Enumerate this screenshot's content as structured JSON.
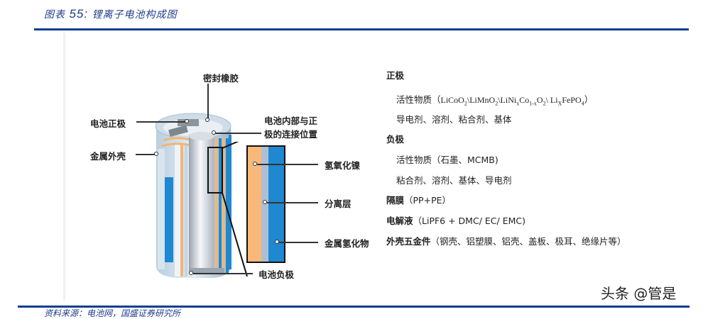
{
  "figure": {
    "title_prefix": "图表",
    "title_number": "55:",
    "title_text": "锂离子电池构成图",
    "source": "资料来源：电池网，国盛证券研究所",
    "watermark": "头条 @管是"
  },
  "diagram": {
    "callouts": {
      "seal_rubber": "密封橡胶",
      "positive_terminal": "电池正极",
      "internal_connection_line1": "电池内部与正",
      "internal_connection_line2": "极的连接位置",
      "metal_case": "金属外壳",
      "nickel_hydroxide": "氢氧化镍",
      "separator": "分离层",
      "metal_hydride": "金属氢化物",
      "negative_terminal": "电池负极"
    },
    "colors": {
      "orange_layer": "#f8b878",
      "gray_layer": "#aebfd2",
      "blue_layer": "#1e88d0",
      "case_light": "#dfe8f0",
      "accent_rule": "#0b3d91"
    }
  },
  "legend": {
    "cathode": {
      "heading": "正极",
      "active_material_label": "活性物质（",
      "active_material_formula": "LiCoO2\\LiMnO2\\LiNixCo1-xO2\\ LixFePO4",
      "active_material_close": "）",
      "others": "导电剂、溶剂、粘合剂、基体"
    },
    "anode": {
      "heading": "负极",
      "active_material": "活性物质（石墨、MCMB)",
      "others": "粘合剂、溶剂、基体、导电剂"
    },
    "separator": {
      "heading": "隔膜",
      "detail": "（PP+PE）"
    },
    "electrolyte": {
      "heading": "电解液",
      "detail": "（LiPF6 + DMC/ EC/ EMC)"
    },
    "hardware": {
      "heading": "外壳五金件",
      "detail": "（钢壳、铝塑膜、铝壳、盖板、极耳、绝缘片等）"
    }
  }
}
